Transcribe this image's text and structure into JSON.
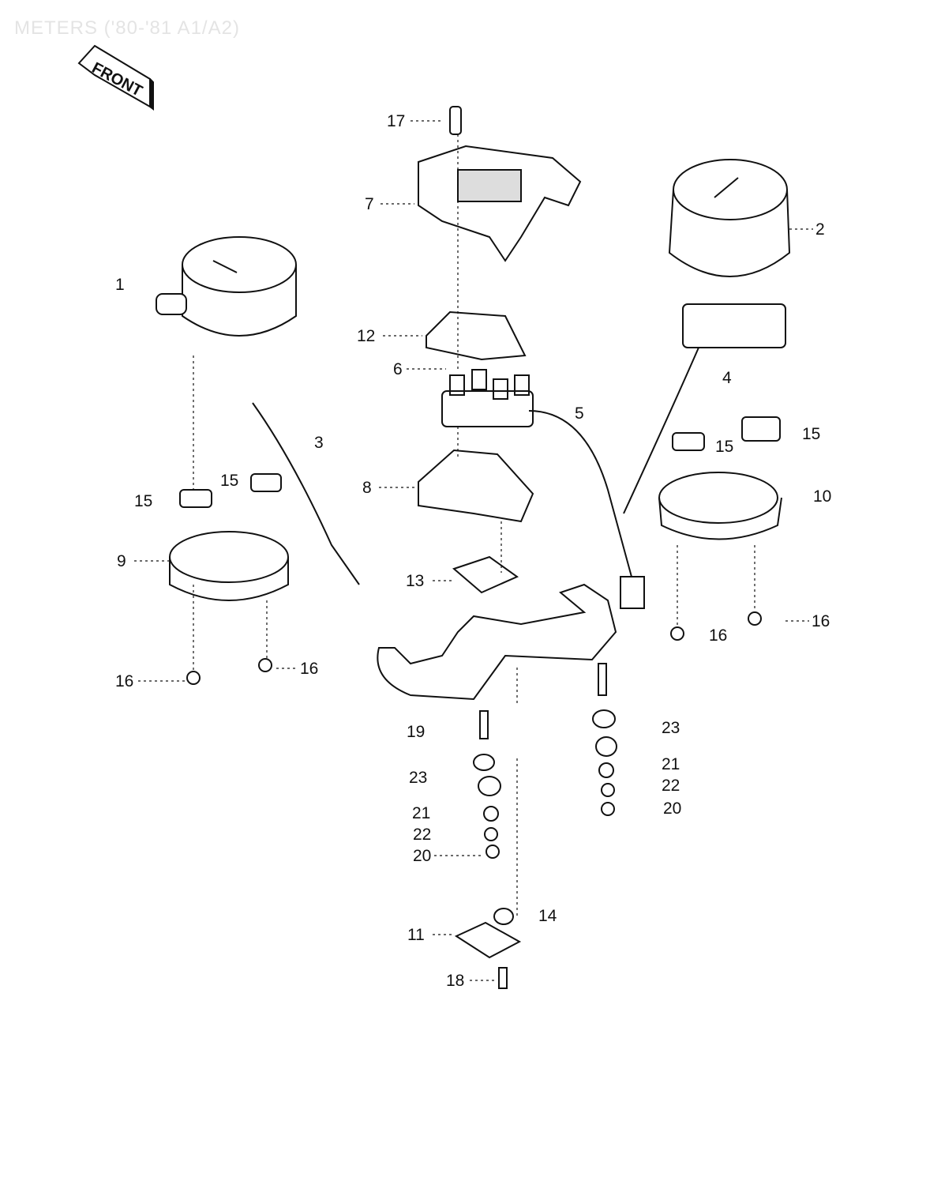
{
  "title": "METERS ('80-'81 A1/A2)",
  "front_sign": "FRONT",
  "callouts": [
    {
      "id": "17",
      "text": "17"
    },
    {
      "id": "7",
      "text": "7"
    },
    {
      "id": "2",
      "text": "2"
    },
    {
      "id": "1",
      "text": "1"
    },
    {
      "id": "12",
      "text": "12"
    },
    {
      "id": "6",
      "text": "6"
    },
    {
      "id": "4",
      "text": "4"
    },
    {
      "id": "5",
      "text": "5"
    },
    {
      "id": "3",
      "text": "3"
    },
    {
      "id": "15a",
      "text": "15"
    },
    {
      "id": "15b",
      "text": "15"
    },
    {
      "id": "15c",
      "text": "15"
    },
    {
      "id": "15d",
      "text": "15"
    },
    {
      "id": "8",
      "text": "8"
    },
    {
      "id": "10",
      "text": "10"
    },
    {
      "id": "9",
      "text": "9"
    },
    {
      "id": "13",
      "text": "13"
    },
    {
      "id": "16a",
      "text": "16"
    },
    {
      "id": "16b",
      "text": "16"
    },
    {
      "id": "16c",
      "text": "16"
    },
    {
      "id": "16d",
      "text": "16"
    },
    {
      "id": "19",
      "text": "19"
    },
    {
      "id": "23a",
      "text": "23"
    },
    {
      "id": "21a",
      "text": "21"
    },
    {
      "id": "22a",
      "text": "22"
    },
    {
      "id": "20a",
      "text": "20"
    },
    {
      "id": "23b",
      "text": "23"
    },
    {
      "id": "21b",
      "text": "21"
    },
    {
      "id": "22b",
      "text": "22"
    },
    {
      "id": "20b",
      "text": "20"
    },
    {
      "id": "14",
      "text": "14"
    },
    {
      "id": "11",
      "text": "11"
    },
    {
      "id": "18",
      "text": "18"
    }
  ]
}
